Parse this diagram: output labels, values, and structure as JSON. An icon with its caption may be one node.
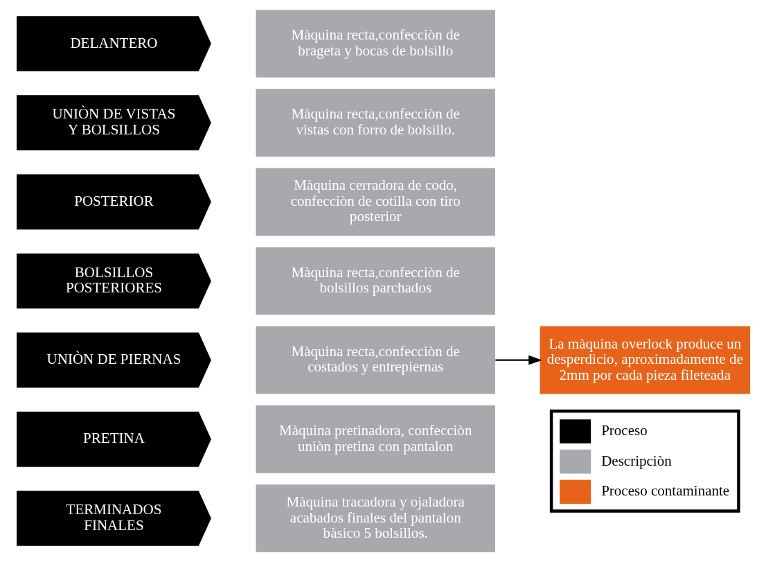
{
  "diagram": {
    "nodes": [
      {
        "text": [
          "DELANTERO"
        ]
      },
      {
        "text": [
          "Màquina recta,confecciòn de brageta y bocas de bolsillo"
        ]
      },
      {
        "text": [
          "UNIÒN DE VISTAS Y BOLSILLOS"
        ]
      },
      {
        "text": [
          "Màquina recta,confecciòn de vistas con forro de bolsillo."
        ]
      },
      {
        "text": [
          "POSTERIOR"
        ]
      },
      {
        "text": [
          "Màquina cerradora de codo, confecciòn de cotilla con tiro posterior"
        ]
      },
      {
        "text": [
          "BOLSILLOS POSTERIORES"
        ]
      },
      {
        "text": [
          "Màquina recta,confecciòn de bolsillos parchados"
        ]
      },
      {
        "text": [
          "UNIÒN DE PIERNAS"
        ]
      },
      {
        "text": [
          "Màquina recta,confecciòn de costados y entrepiernas"
        ]
      },
      {
        "text": [
          "PRETINA"
        ]
      },
      {
        "text": [
          "Màquina pretinadora, confecciòn uniòn pretina con pantalon"
        ]
      },
      {
        "text": [
          "TERMINADOS FINALES"
        ]
      },
      {
        "text": [
          "Màquina tracadora y ojaladora acabados finales del pantalon bàsico 5 bolsillos."
        ]
      },
      {
        "text": [
          "La màquina overlock produce un desperdicio, aproximadamente de 2mm por cada pieza fileteada"
        ]
      }
    ],
    "edges": [
      {
        "from": 9,
        "to": 14,
        "arrow": "to"
      }
    ],
    "legend": [
      {
        "text": "Proceso",
        "color": "#000000"
      },
      {
        "text": "Descripciòn",
        "color": "#a9a8ad"
      },
      {
        "text": "Proceso contaminante",
        "color": "#e8631a"
      }
    ]
  }
}
